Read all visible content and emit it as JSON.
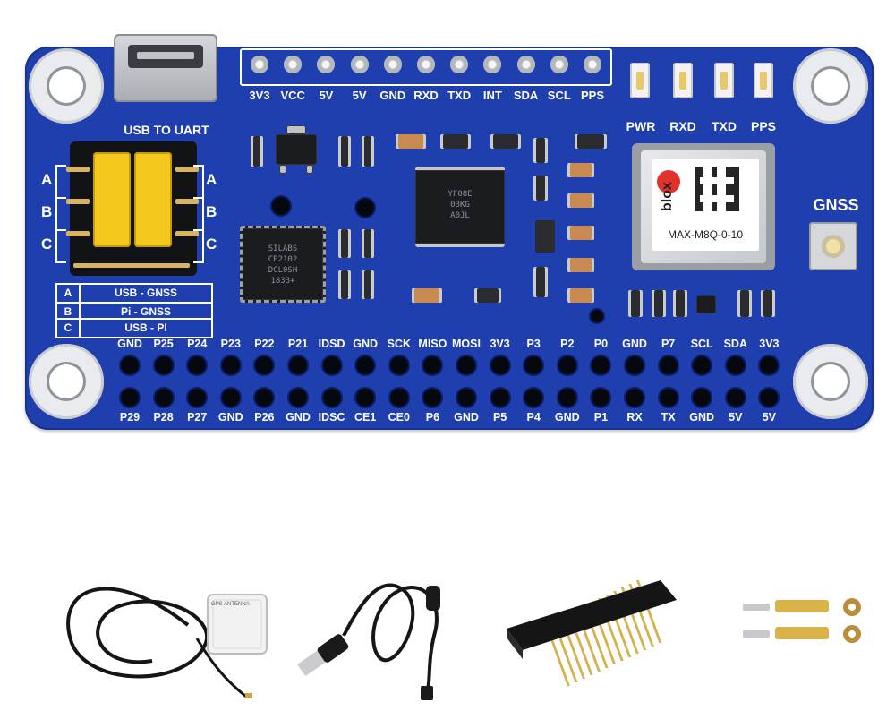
{
  "board": {
    "usb_label": "USB TO UART",
    "top_header": [
      "3V3",
      "VCC",
      "5V",
      "5V",
      "GND",
      "RXD",
      "TXD",
      "INT",
      "SDA",
      "SCL",
      "PPS"
    ],
    "leds": [
      "PWR",
      "RXD",
      "TXD",
      "PPS"
    ],
    "jumper_rows": [
      "A",
      "B",
      "C"
    ],
    "jumper_table": [
      {
        "key": "A",
        "value": "USB - GNSS"
      },
      {
        "key": "B",
        "value": "Pi - GNSS"
      },
      {
        "key": "C",
        "value": "USB - PI"
      }
    ],
    "gnss_label": "GNSS",
    "module_brand": "blox",
    "module_model": "MAX-M8Q-0-10",
    "uart_chip_lines": [
      "SILABS",
      "CP2102",
      "DCL0SH",
      "1833+"
    ],
    "buffer_chip_lines": [
      "YF08E",
      "03KG",
      "A0JL"
    ],
    "gpio_top": [
      "GND",
      "P25",
      "P24",
      "P23",
      "P22",
      "P21",
      "IDSD",
      "GND",
      "SCK",
      "MISO",
      "MOSI",
      "3V3",
      "P3",
      "P2",
      "P0",
      "GND",
      "P7",
      "SCL",
      "SDA",
      "3V3"
    ],
    "gpio_bottom": [
      "P29",
      "P28",
      "P27",
      "GND",
      "P26",
      "GND",
      "IDSC",
      "CE1",
      "CE0",
      "P6",
      "GND",
      "P5",
      "P4",
      "GND",
      "P1",
      "RX",
      "TX",
      "GND",
      "5V",
      "5V"
    ]
  },
  "antenna_label": [
    "GPS ANTENNA"
  ],
  "colors": {
    "pcb": "#1f3fae",
    "silkscreen": "#ffffff",
    "jumper": "#f4c81c",
    "header_pin": "#d7b463"
  }
}
